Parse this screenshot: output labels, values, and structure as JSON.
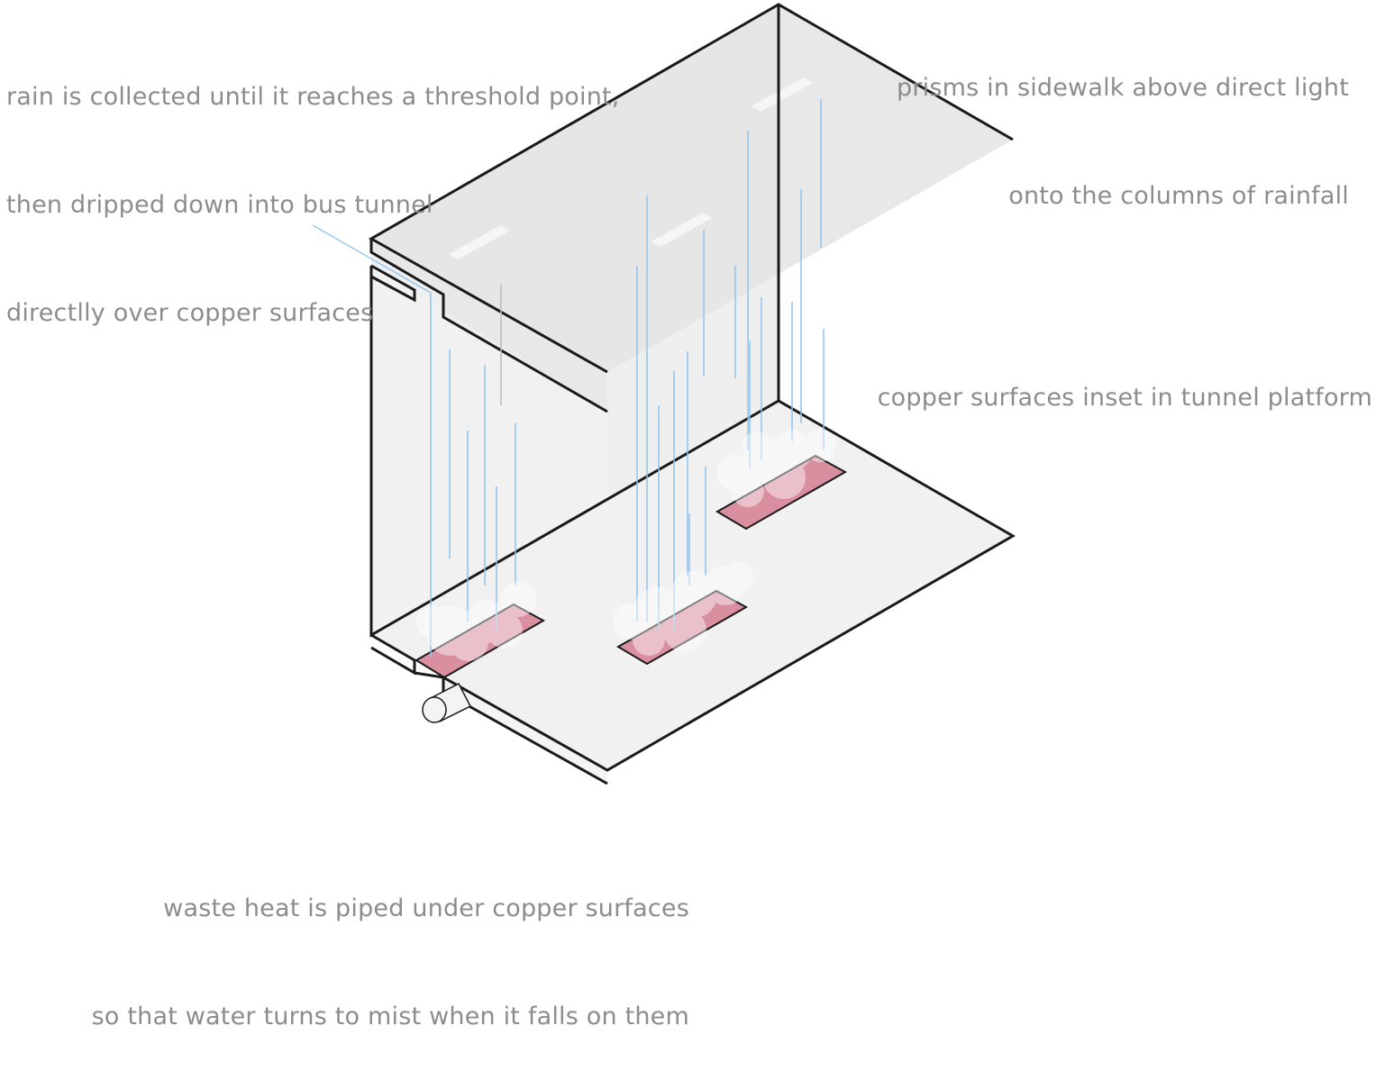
{
  "annotations": {
    "rain_collection": [
      "rain is collected until it reaches a threshold point,",
      "then dripped down into bus tunnel",
      "directlly over copper surfaces"
    ],
    "prisms": [
      "prisms in sidewalk above direct light",
      "onto the columns of rainfall"
    ],
    "copper_inset": "copper surfaces inset in tunnel platform",
    "waste_heat": [
      "waste heat is piped under copper surfaces",
      "so that water turns to mist when it falls on them"
    ]
  },
  "colors": {
    "rain": "#8fc3ee",
    "copper": "#d98fa0",
    "outline": "#1a1a1a",
    "label": "#8c8c8c",
    "surface": "#f1f1f1"
  }
}
